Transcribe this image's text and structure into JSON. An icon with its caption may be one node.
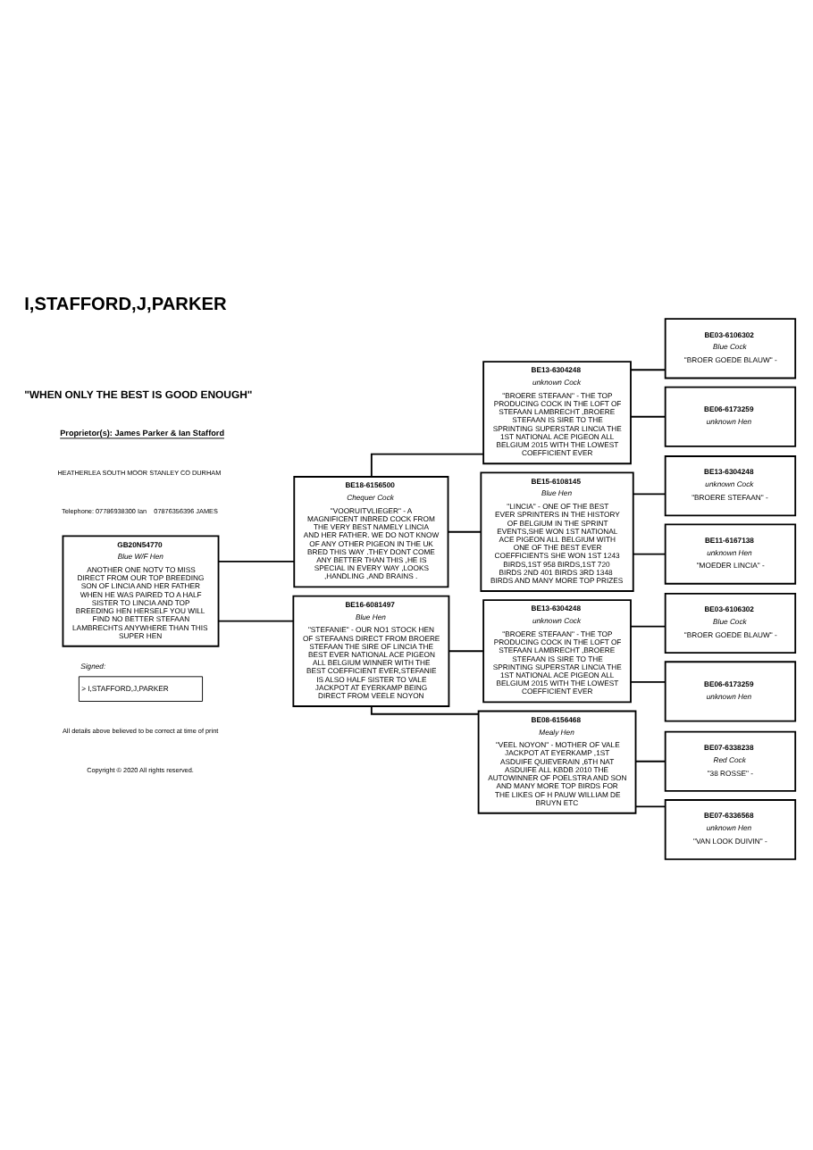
{
  "diagram": {
    "title": "I,STAFFORD,J,PARKER",
    "nodes": [
      {
        "text": [
          "GB20N54770",
          "Blue W/F Hen",
          "ANOTHER ONE NOTV TO MISS DIRECT FROM OUR TOP BREEDING SON OF LINCIA AND HER FATHER WHEN HE WAS PAIRED TO A HALF SISTER TO LINCIA AND TOP BREEDING HEN HERSELF YOU WILL FIND NO BETTER STEFAAN LAMBRECHTS ANYWHERE THAN THIS SUPER HEN"
        ]
      },
      {
        "text": [
          "BE18-6156500",
          "Chequer Cock",
          "\"VOORUITVLIEGER\" - A MAGNIFICENT INBRED COCK FROM THE VERY BEST NAMELY LINCIA AND HER FATHER. WE DO NOT KNOW OF ANY OTHER PIGEON IN THE UK BRED THIS WAY .THEY DONT COME ANY BETTER THAN THIS ,HE IS SPECIAL IN EVERY WAY ,LOOKS ,HANDLING ,AND BRAINS ."
        ]
      },
      {
        "text": [
          "BE16-6081497",
          "Blue Hen",
          "\"STEFANIE\" - OUR NO1 STOCK HEN OF STEFAANS DIRECT FROM BROERE STEFAAN THE SIRE OF LINCIA THE BEST EVER NATIONAL ACE PIGEON ALL BELGIUM WINNER WITH THE BEST COEFFICIENT EVER,STEFANIE IS ALSO HALF SISTER TO VALE JACKPOT AT EYERKAMP BEING DIRECT FROM VEELE NOYON"
        ]
      },
      {
        "text": [
          "BE13-6304248",
          "unknown Cock",
          "\"BROERE STEFAAN\" - THE TOP PRODUCING COCK IN THE LOFT OF STEFAAN LAMBRECHT ,BROERE STEFAAN IS SIRE TO THE SPRINTING SUPERSTAR LINCIA THE 1ST NATIONAL ACE PIGEON ALL BELGIUM 2015 WITH THE LOWEST COEFFICIENT EVER"
        ]
      },
      {
        "text": [
          "BE15-6108145",
          "Blue Hen",
          "\"LINCIA\" - ONE OF THE BEST EVER SPRINTERS IN THE HISTORY OF BELGIUM IN THE SPRINT EVENTS,SHE WON 1ST NATIONAL ACE PIGEON ALL BELGIUM WITH ONE OF THE BEST EVER COEFFICIENTS SHE WON 1ST 1243 BIRDS,1ST 958 BIRDS,1ST 720 BIRDS 2ND 401 BIRDS 3RD 1348 BIRDS AND MANY MORE TOP PRIZES"
        ]
      },
      {
        "text": [
          "BE13-6304248",
          "unknown Cock",
          "\"BROERE STEFAAN\" - THE TOP PRODUCING COCK IN THE LOFT OF STEFAAN LAMBRECHT ,BROERE STEFAAN IS SIRE TO THE SPRINTING SUPERSTAR LINCIA THE 1ST NATIONAL ACE PIGEON ALL BELGIUM 2015 WITH THE LOWEST COEFFICIENT EVER"
        ]
      },
      {
        "text": [
          "BE08-6156468",
          "Mealy Hen",
          "\"VEEL NOYON\" - MOTHER OF VALE JACKPOT AT EYERKAMP ,1ST ASDUIFE QUIEVERAIN ,6TH NAT ASDUIFE ALL KBDB 2010 THE AUTOWINNER OF POELSTRA AND SON AND MANY MORE TOP BIRDS FOR THE LIKES OF H PAUW WILLIAM DE BRUYN ETC"
        ]
      },
      {
        "text": [
          "BE03-6106302",
          "Blue Cock",
          "\"BROER GOEDE BLAUW\" -"
        ]
      },
      {
        "text": [
          "BE06-6173259",
          "unknown Hen"
        ]
      },
      {
        "text": [
          "BE13-6304248",
          "unknown Cock",
          "\"BROERE STEFAAN\" -"
        ]
      },
      {
        "text": [
          "BE11-6167138",
          "unknown Hen",
          "\"MOEDER LINCIA\" -"
        ]
      },
      {
        "text": [
          "BE03-6106302",
          "Blue Cock",
          "\"BROER GOEDE BLAUW\" -"
        ]
      },
      {
        "text": [
          "BE06-6173259",
          "unknown Hen"
        ]
      },
      {
        "text": [
          "BE07-6338238",
          "Red Cock",
          "\"38 ROSSE\" -"
        ]
      },
      {
        "text": [
          "BE07-6336568",
          "unknown Hen",
          "\"VAN LOOK DUIVIN\" -"
        ]
      },
      {
        "text": [
          "Signed:",
          "> I,STAFFORD,J,PARKER"
        ]
      }
    ],
    "edges": [
      {
        "from": 0,
        "to": 1,
        "arrow": "none"
      },
      {
        "from": 0,
        "to": 2,
        "arrow": "none"
      },
      {
        "from": 1,
        "to": 3,
        "arrow": "none"
      },
      {
        "from": 1,
        "to": 4,
        "arrow": "none"
      },
      {
        "from": 2,
        "to": 5,
        "arrow": "none"
      },
      {
        "from": 2,
        "to": 6,
        "arrow": "none"
      },
      {
        "from": 3,
        "to": 7,
        "arrow": "none"
      },
      {
        "from": 3,
        "to": 8,
        "arrow": "none"
      },
      {
        "from": 4,
        "to": 9,
        "arrow": "none"
      },
      {
        "from": 4,
        "to": 10,
        "arrow": "none"
      },
      {
        "from": 5,
        "to": 11,
        "arrow": "none"
      },
      {
        "from": 5,
        "to": 12,
        "arrow": "none"
      },
      {
        "from": 6,
        "to": 13,
        "arrow": "none"
      },
      {
        "from": 6,
        "to": 14,
        "arrow": "none"
      }
    ],
    "labels": [
      "\"WHEN ONLY THE BEST IS GOOD ENOUGH\"",
      "Proprietor(s): James Parker & Ian Stafford",
      "HEATHERLEA SOUTH MOOR STANLEY CO DURHAM",
      "Telephone: 07786938300 Ian    07876356396 JAMES",
      "All details above believed to be correct at time of print",
      "Copyright © 2020 All rights reserved."
    ]
  }
}
